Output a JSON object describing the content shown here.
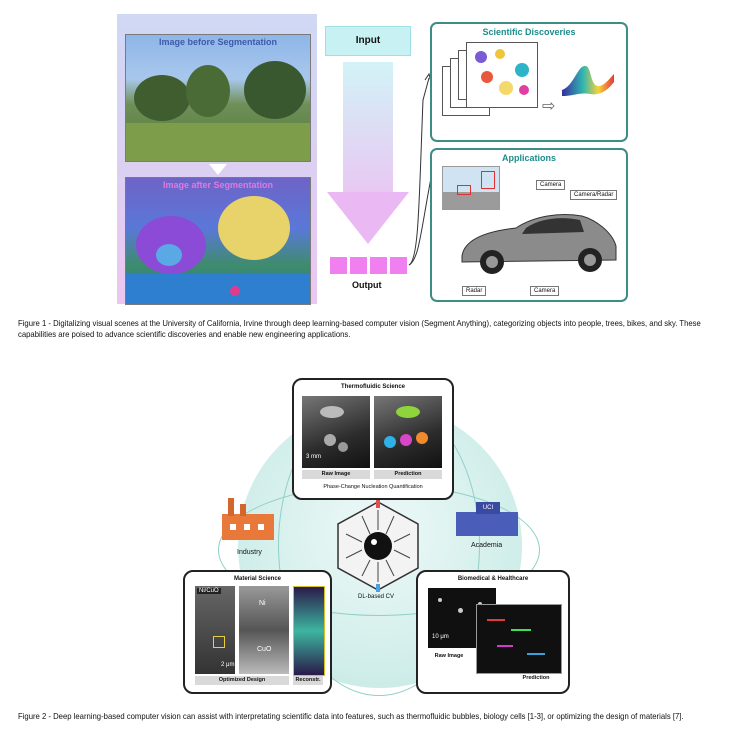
{
  "figure1": {
    "before_label": "Image before Segmentation",
    "after_label": "Image after Segmentation",
    "input_label": "Input",
    "output_label": "Output",
    "discoveries_title": "Scientific Discoveries",
    "applications_title": "Applications",
    "tags": {
      "camera_top": "Camera",
      "camera_radar": "Camera/Radar",
      "radar": "Radar",
      "camera_bottom": "Camera"
    },
    "caption": "Figure 1 - Digitalizing visual scenes at the University of California, Irvine through deep learning-based computer vision (Segment Anything), categorizing objects into people, trees, bikes, and sky. These capabilities are poised to advance scientific discoveries and enable new engineering applications."
  },
  "figure2": {
    "thermo_title": "Thermofluidic Science",
    "scale_3mm": "3 mm",
    "raw_image": "Raw Image",
    "prediction": "Prediction",
    "thermo_subtitle": "Phase-Change Nucleation Quantification",
    "industry": "Industry",
    "academia": "Academia",
    "uci": "UCI",
    "dl_label": "DL-based CV",
    "material_title": "Material Science",
    "ni_cuo": "Ni/CuO",
    "ni": "Ni",
    "cuo": "CuO",
    "scale_2um": "2 μm",
    "optimized_design": "Optimized Design",
    "reconstr": "Reconstr.",
    "bio_title": "Biomedical & Healthcare",
    "scale_10um": "10 μm",
    "bio_raw": "Raw Image",
    "bio_prediction": "Prediction",
    "caption": "Figure 2 - Deep learning-based computer vision can assist with interpretating scientific data into features, such as thermofluidic bubbles, biology cells [1-3], or optimizing the design of materials [7]."
  }
}
